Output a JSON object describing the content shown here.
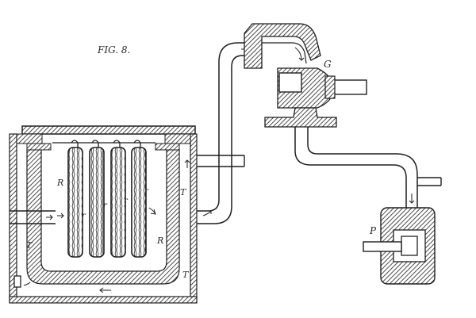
{
  "figure": {
    "title": "FIG. 8.",
    "labels": {
      "R_left": "R",
      "R_right": "R",
      "T_inner": "T",
      "T_lower_left": "T",
      "T_lower_right": "T",
      "r1": "r",
      "r2": "r",
      "r3": "r",
      "r4": "r",
      "G": "G",
      "P": "P"
    }
  },
  "colors": {
    "ink": "#1f1f1f",
    "paper": "#ffffff"
  }
}
